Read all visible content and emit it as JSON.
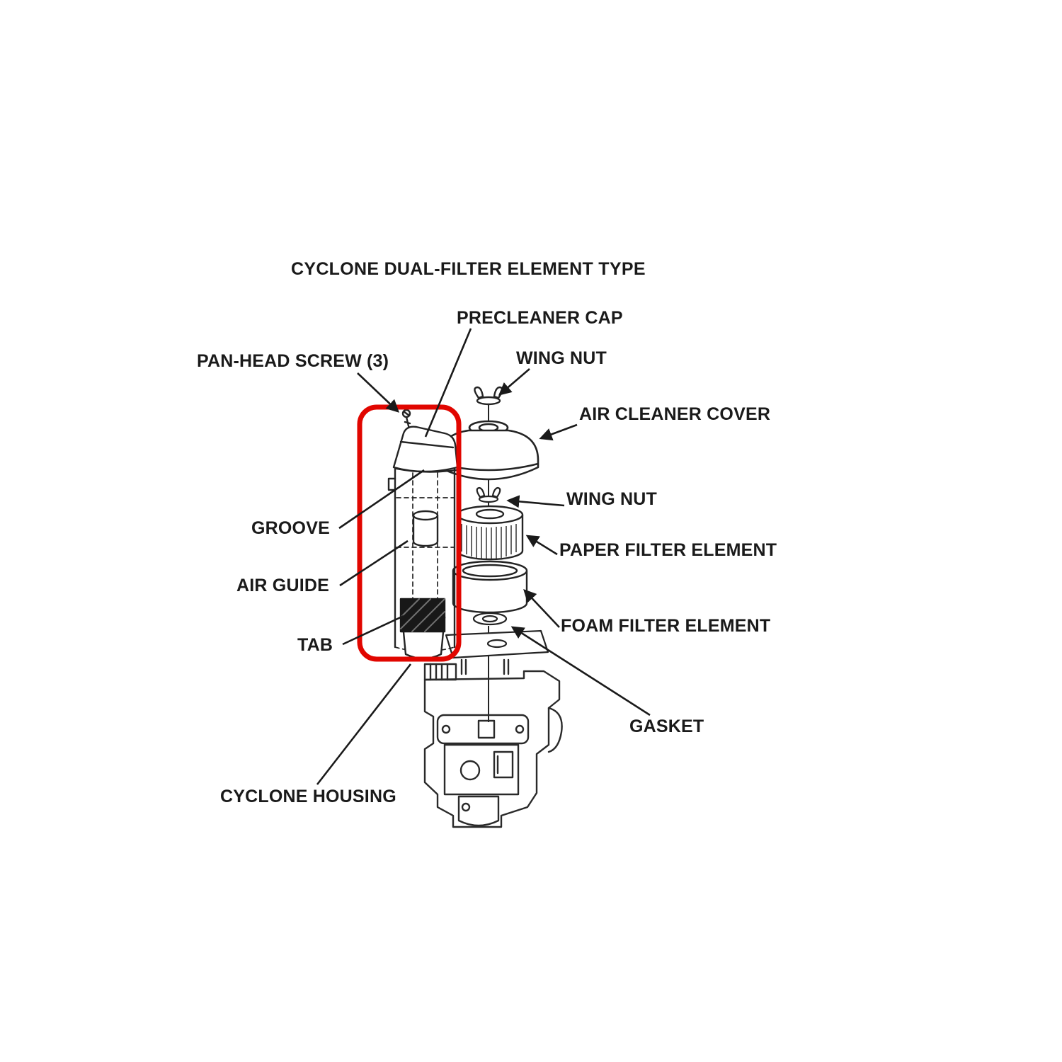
{
  "page": {
    "background": "#ffffff"
  },
  "diagram": {
    "title": "CYCLONE DUAL-FILTER ELEMENT TYPE",
    "highlight_color": "#e10600",
    "ink_color": "#1a1a1a",
    "labels": [
      {
        "id": "precleaner-cap",
        "text": "PRECLEANER CAP"
      },
      {
        "id": "pan-head-screw",
        "text": "PAN-HEAD SCREW (3)"
      },
      {
        "id": "wing-nut-top",
        "text": "WING NUT"
      },
      {
        "id": "air-cleaner-cover",
        "text": "AIR CLEANER COVER"
      },
      {
        "id": "wing-nut-lower",
        "text": "WING NUT"
      },
      {
        "id": "groove",
        "text": "GROOVE"
      },
      {
        "id": "paper-filter-element",
        "text": "PAPER FILTER ELEMENT"
      },
      {
        "id": "air-guide",
        "text": "AIR GUIDE"
      },
      {
        "id": "foam-filter-element",
        "text": "FOAM FILTER ELEMENT"
      },
      {
        "id": "tab",
        "text": "TAB"
      },
      {
        "id": "gasket",
        "text": "GASKET"
      },
      {
        "id": "cyclone-housing",
        "text": "CYCLONE HOUSING"
      }
    ]
  }
}
